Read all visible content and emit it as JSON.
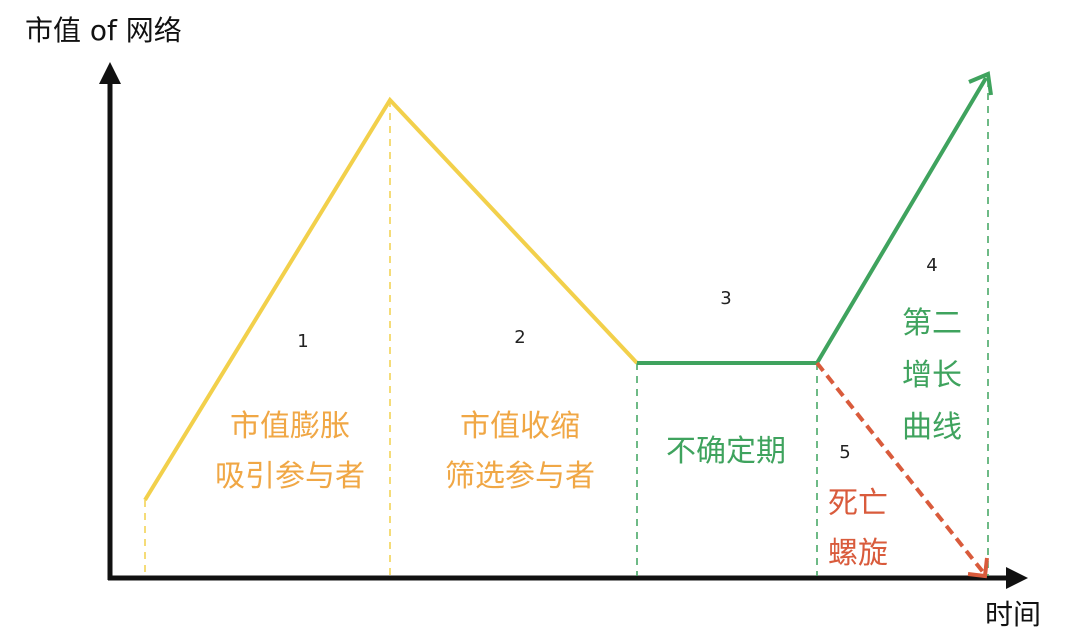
{
  "axes": {
    "y_label": "市值 of 网络",
    "x_label": "时间"
  },
  "phases": [
    {
      "number": "1",
      "lines": [
        "市值膨胀",
        "吸引参与者"
      ]
    },
    {
      "number": "2",
      "lines": [
        "市值收缩",
        "筛选参与者"
      ]
    },
    {
      "number": "3",
      "lines": [
        "不确定期"
      ]
    },
    {
      "number": "4",
      "lines": [
        "第二",
        "增长",
        "曲线"
      ]
    },
    {
      "number": "5",
      "lines": [
        "死亡",
        "螺旋"
      ]
    }
  ],
  "colors": {
    "yellow_line": "#F2D04B",
    "orange_text": "#F0A745",
    "green": "#3FA35E",
    "red": "#D95B3C",
    "axis": "#111111"
  }
}
